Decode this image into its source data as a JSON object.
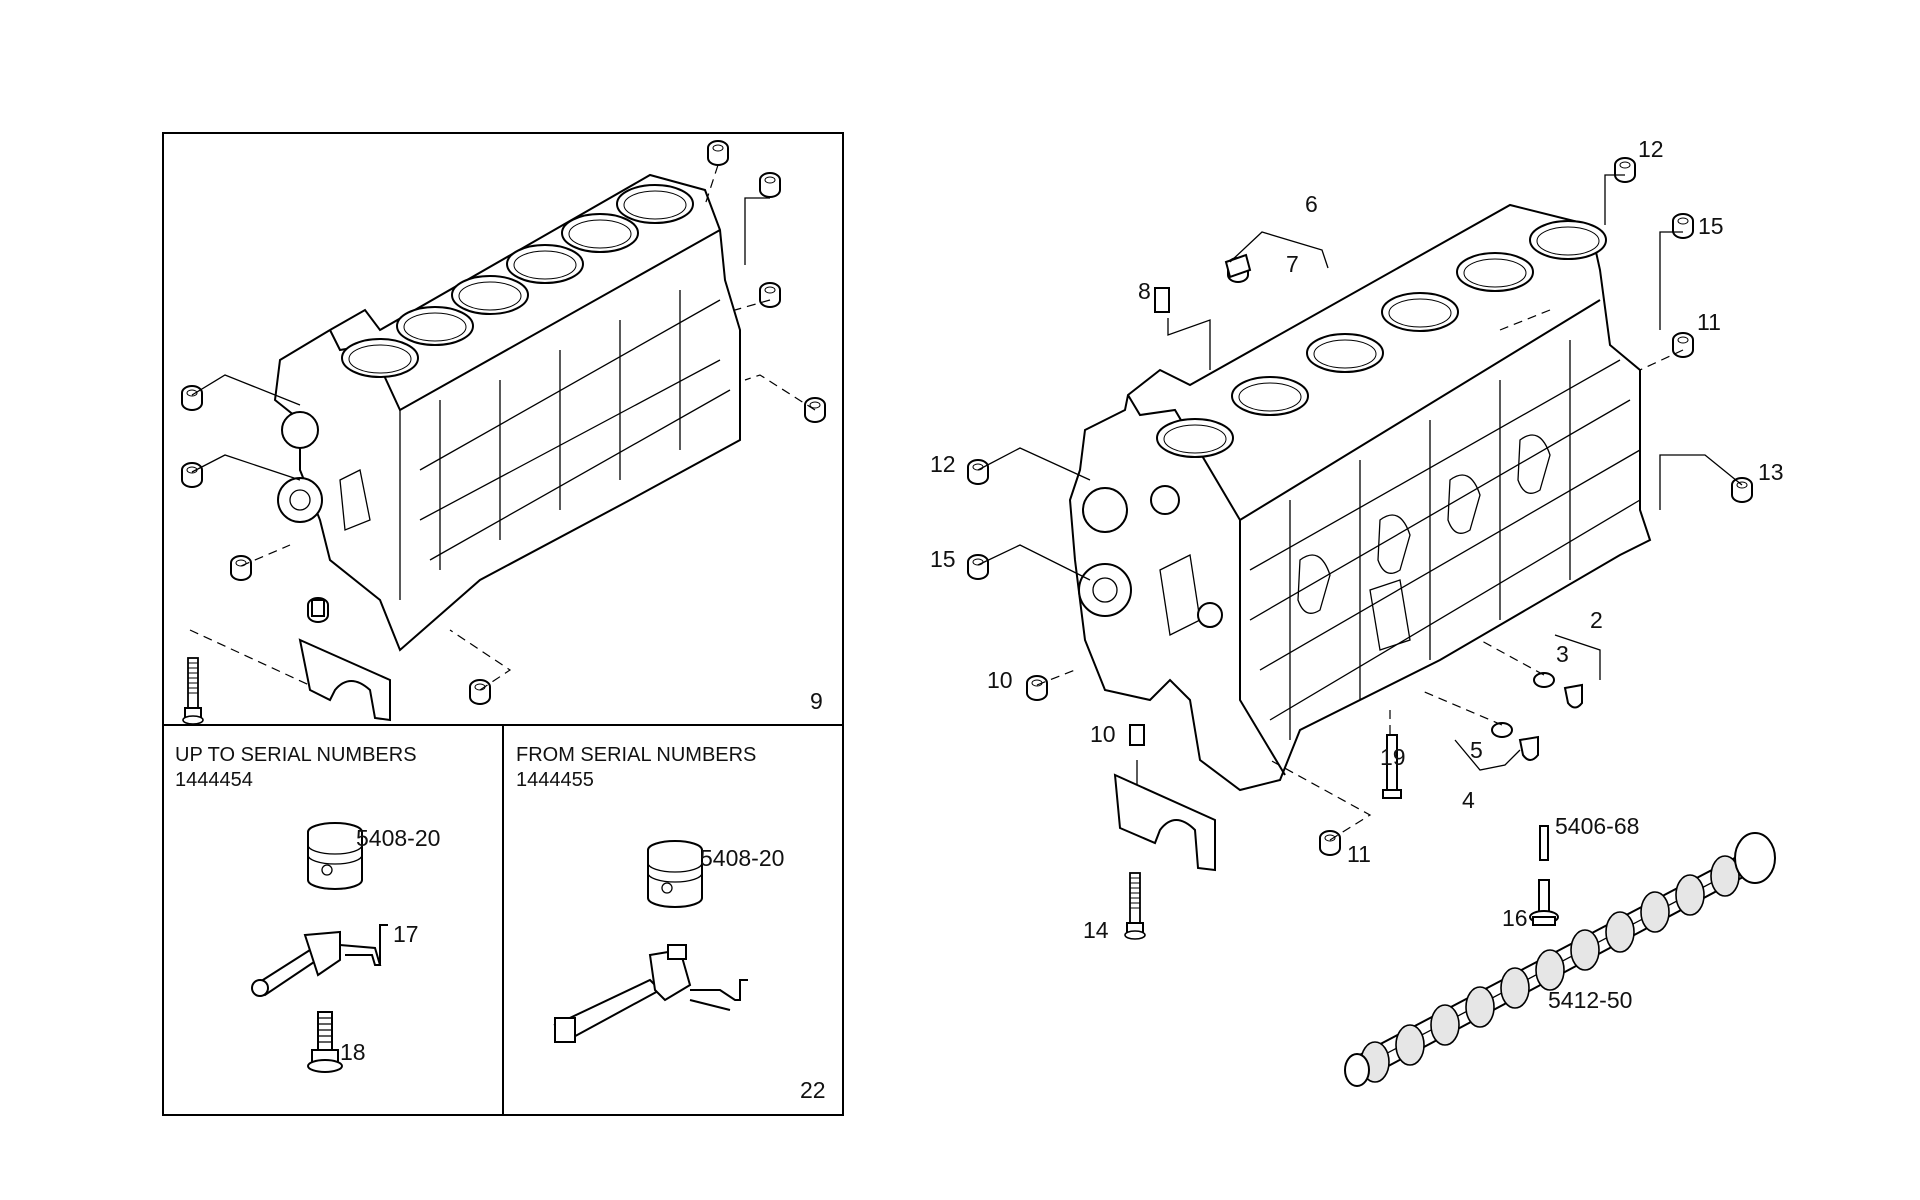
{
  "panels": {
    "block_view": {
      "ref": "9"
    },
    "up_to": {
      "title": "UP TO SERIAL NUMBERS",
      "serial": "1444454",
      "ref": "22"
    },
    "from": {
      "title": "FROM SERIAL NUMBERS",
      "serial": "1444455"
    }
  },
  "inset_callouts": {
    "piston_a": "5408-20",
    "nozzle_a": "17",
    "bolt_a": "18",
    "piston_b": "5408-20"
  },
  "main_callouts": {
    "c2": "2",
    "c3": "3",
    "c4": "4",
    "c5": "5",
    "c6": "6",
    "c7": "7",
    "c8": "8",
    "c10a": "10",
    "c10b": "10",
    "c11a": "11",
    "c11b": "11",
    "c12a": "12",
    "c12b": "12",
    "c13": "13",
    "c14": "14",
    "c15a": "15",
    "c15b": "15",
    "c16": "16",
    "c19": "19",
    "camshaft": "5412-50",
    "camshaft_pin": "5406-68"
  }
}
